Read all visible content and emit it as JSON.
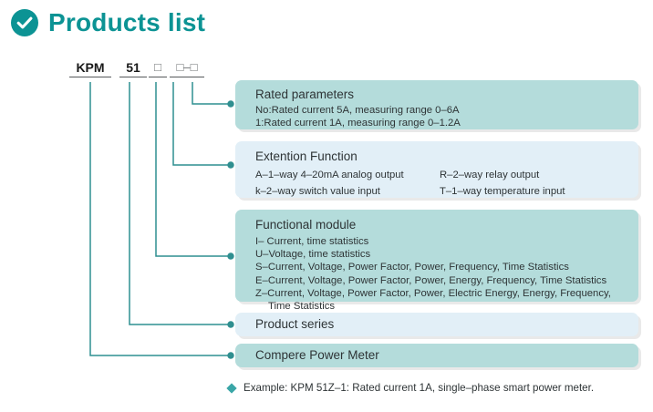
{
  "header": {
    "title": "Products list",
    "icon": "check-circle-icon",
    "accent_color": "#0c9394"
  },
  "model_code": {
    "segments": [
      {
        "text": "KPM",
        "type": "text"
      },
      {
        "text": "51",
        "type": "text"
      },
      {
        "text": "□",
        "type": "box"
      },
      {
        "text": "□–□",
        "type": "box"
      }
    ]
  },
  "colors": {
    "teal_fill": "#b4dcdb",
    "blue_fill": "#e2eff7",
    "connector": "#2f8f90",
    "text": "#2e3436"
  },
  "callouts": [
    {
      "id": "rated",
      "style": "teal",
      "title": "Rated parameters",
      "lines": [
        "No:Rated current 5A, measuring range 0–6A",
        "1:Rated current 1A, measuring range 0–1.2A"
      ]
    },
    {
      "id": "extention",
      "style": "blue",
      "title": "Extention Function",
      "columns": {
        "left": [
          "A–1–way 4–20mA analog output",
          "k–2–way switch value input"
        ],
        "right": [
          "R–2–way relay output",
          "T–1–way temperature input"
        ]
      }
    },
    {
      "id": "functional",
      "style": "teal",
      "title": "Functional module",
      "lines": [
        "I– Current, time statistics",
        "U–Voltage, time statistics",
        "S–Current, Voltage, Power Factor, Power, Frequency, Time Statistics",
        "E–Current, Voltage, Power Factor, Power, Energy, Frequency, Time Statistics",
        "Z–Current, Voltage, Power Factor, Power, Electric Energy, Energy, Frequency,",
        "Time Statistics"
      ]
    },
    {
      "id": "series",
      "style": "blue",
      "title": "Product series"
    },
    {
      "id": "meter",
      "style": "teal",
      "title": "Compere  Power  Meter"
    }
  ],
  "footer": {
    "bullet": "diamond-icon",
    "text": "Example: KPM 51Z–1: Rated current 1A, single–phase smart power meter."
  }
}
